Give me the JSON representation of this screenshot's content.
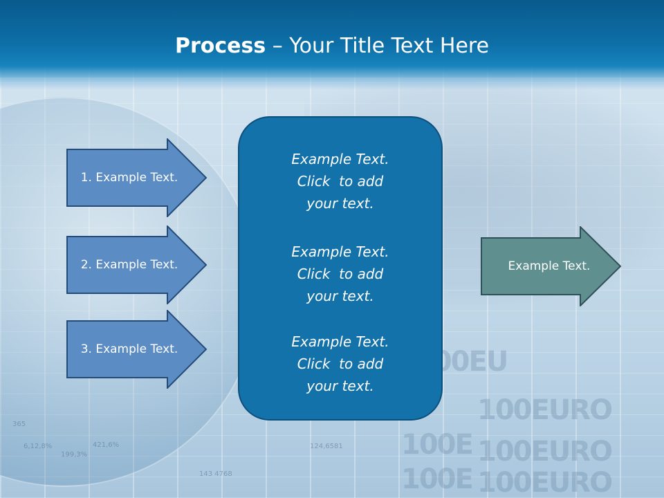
{
  "slide": {
    "title_bold": "Process",
    "title_rest": " – Your Title Text Here",
    "left_arrows": [
      {
        "label": "1. Example Text."
      },
      {
        "label": "2. Example Text."
      },
      {
        "label": "3. Example Text."
      }
    ],
    "center_blocks": [
      {
        "lines": [
          "Example Text.",
          "Click  to add",
          "your text."
        ]
      },
      {
        "lines": [
          "Example Text.",
          "Click  to add",
          "your text."
        ]
      },
      {
        "lines": [
          "Example Text.",
          "Click  to add",
          "your text."
        ]
      }
    ],
    "right_arrow": {
      "label": "Example Text."
    }
  },
  "background": {
    "bill_text": [
      "100EURO",
      "100EURO",
      "100E",
      "100EURO",
      "100E",
      "100EU"
    ],
    "numbers": [
      "365",
      "6,12,8%",
      "199,3%",
      "124,6581",
      "143 4768",
      "421,6%"
    ]
  },
  "colors": {
    "header": "#0d6ea6",
    "left_arrow_fill": "#5b8cc3",
    "left_arrow_border": "#244a78",
    "center_box_fill": "#1472aa",
    "right_arrow_fill": "#5f8f8f",
    "right_arrow_border": "#2f4f58"
  }
}
